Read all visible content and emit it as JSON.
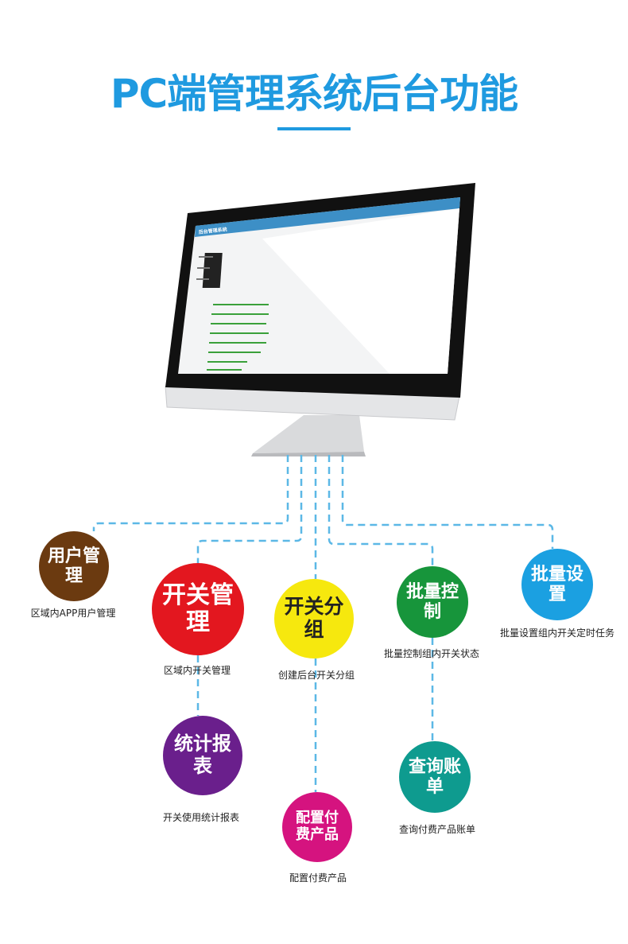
{
  "title": "PC端管理系统后台功能",
  "monitor": {
    "app_name": "后台管理系统"
  },
  "features": [
    {
      "id": "user",
      "label": "用户管理",
      "caption": "区域内APP用户管理",
      "color": "#6b3a10"
    },
    {
      "id": "switch",
      "label": "开关管理",
      "caption": "区域内开关管理",
      "color": "#e3171f"
    },
    {
      "id": "group",
      "label": "开关分组",
      "caption": "创建后台开关分组",
      "color": "#f6e80e"
    },
    {
      "id": "batch-control",
      "label": "批量控制",
      "caption": "批量控制组内开关状态",
      "color": "#17953b"
    },
    {
      "id": "batch-setting",
      "label": "批量设置",
      "caption": "批量设置组内开关定时任务",
      "color": "#1ba0e1"
    },
    {
      "id": "stats",
      "label": "统计报表",
      "caption": "开关使用统计报表",
      "color": "#6a1f8c"
    },
    {
      "id": "paid",
      "label": "配置付费产品",
      "caption": "配置付费产品",
      "color": "#d5137f"
    },
    {
      "id": "bill",
      "label": "查询账单",
      "caption": "查询付费产品账单",
      "color": "#0e9b8f"
    }
  ]
}
